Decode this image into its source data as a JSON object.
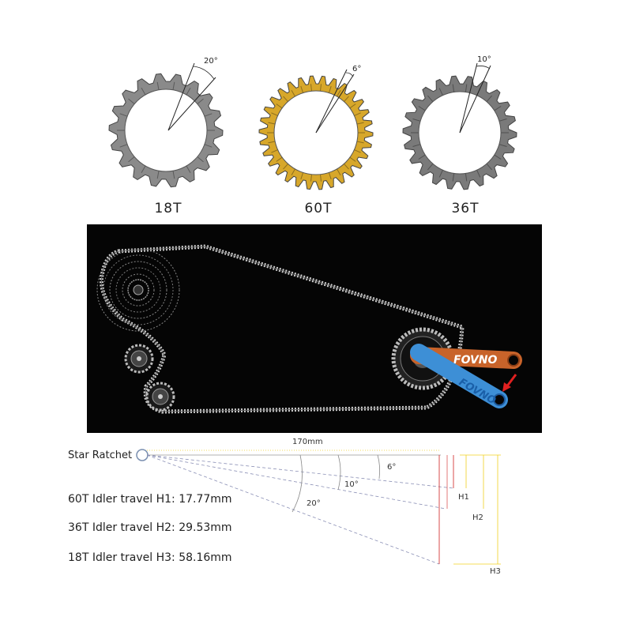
{
  "rings": [
    {
      "teeth_label": "18T",
      "angle_label": "20°",
      "color": "#8a8a8a"
    },
    {
      "teeth_label": "60T",
      "angle_label": "6°",
      "color": "#d7a72a"
    },
    {
      "teeth_label": "36T",
      "angle_label": "10°",
      "color": "#7a7a7a"
    }
  ],
  "crank_brand": "FOVNO",
  "geometry": {
    "length_label": "170mm",
    "pivot_label": "Star Ratchet",
    "angles": [
      "6°",
      "10°",
      "20°"
    ],
    "heights": [
      "H1",
      "H2",
      "H3"
    ],
    "travel": [
      "60T Idler travel H1: 17.77mm",
      "36T Idler travel H2: 29.53mm",
      "18T Idler travel H3: 58.16mm"
    ]
  },
  "colors": {
    "crank_orange": "#c8632a",
    "crank_blue": "#3d8fd6",
    "arrow_red": "#e02020",
    "guide_yellow": "#f0d020"
  }
}
